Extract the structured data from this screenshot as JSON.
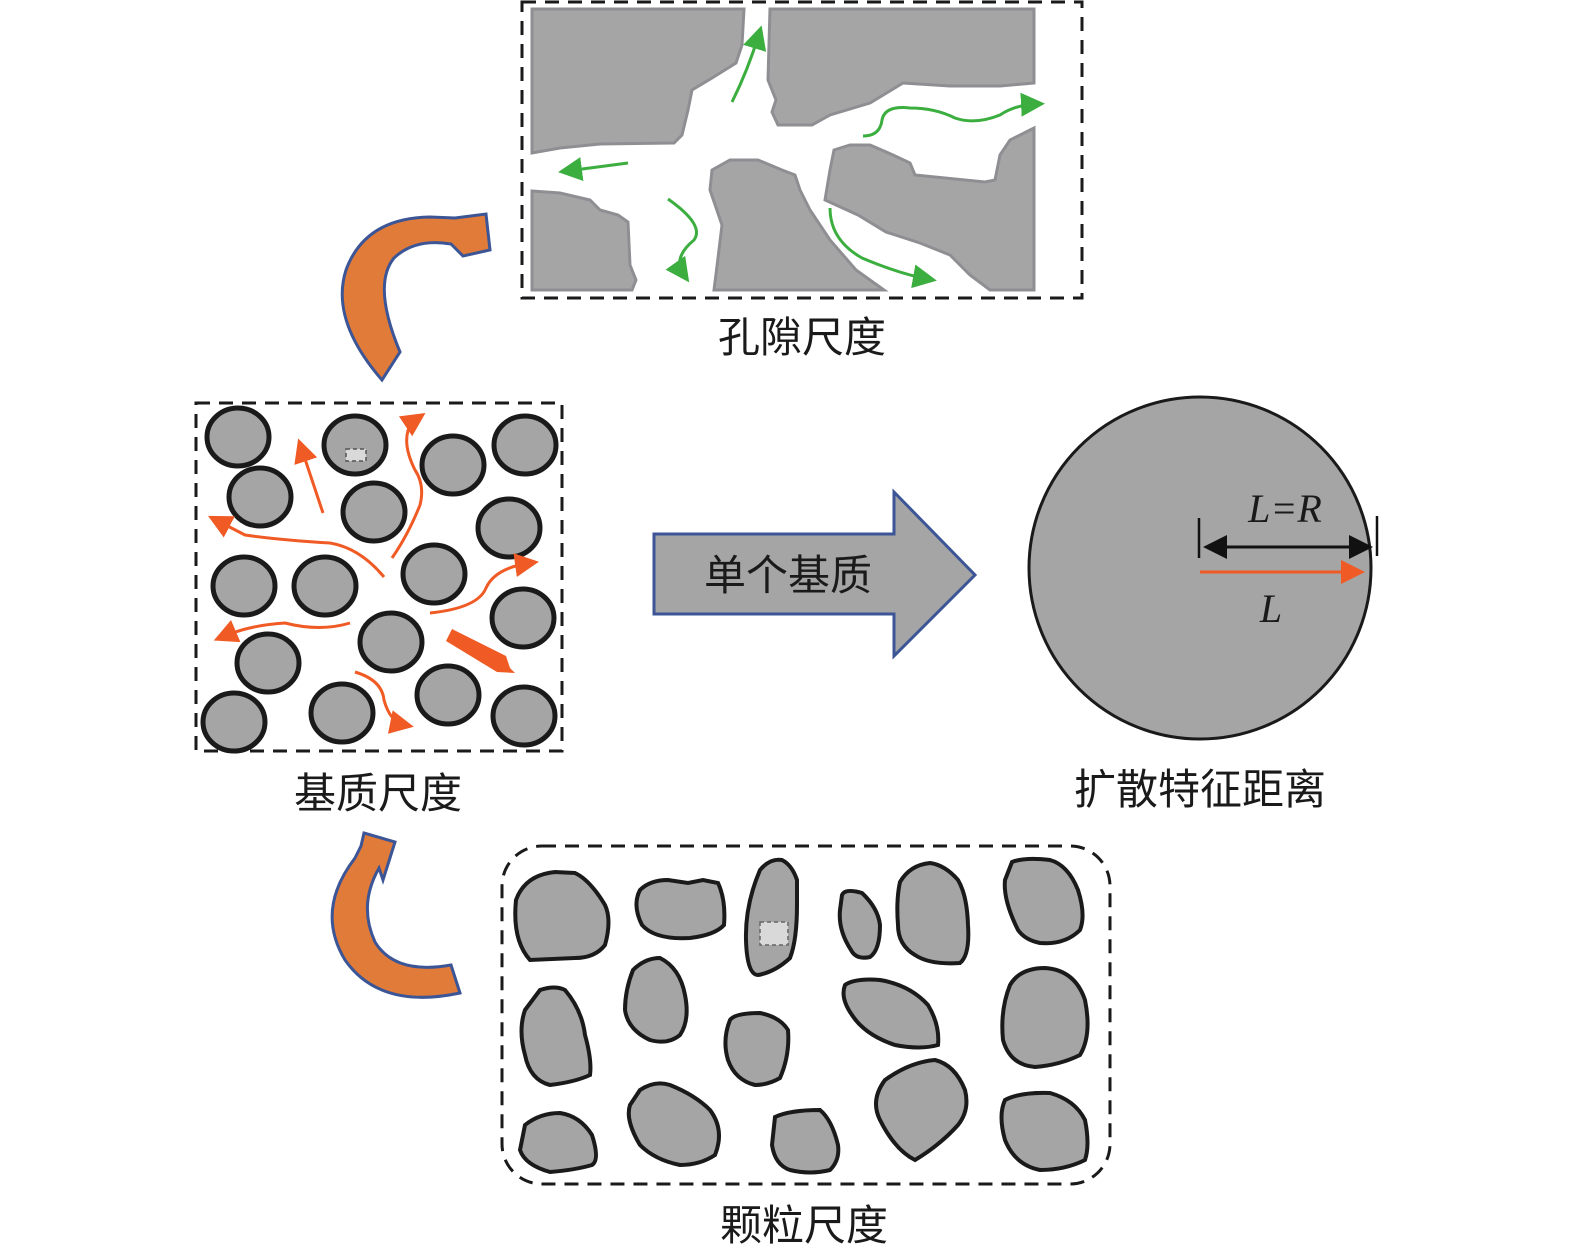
{
  "labels": {
    "pore_scale": "孔隙尺度",
    "matrix_scale": "基质尺度",
    "particle_scale": "颗粒尺度",
    "single_matrix": "单个基质",
    "diffusion_distance": "扩散特征距离",
    "dimension_label": "L=R",
    "radius_label": "L"
  },
  "colors": {
    "background": "#ffffff",
    "solid_gray": "#a6a5a6",
    "solid_edge_gray": "#8f8f93",
    "outline": "#1a1a1a",
    "flow_green": "#3cae3f",
    "flow_orange": "#f05a24",
    "curved_arrow_fill": "#e07b39",
    "curved_arrow_stroke": "#3b5596",
    "block_arrow_fill": "#a6a5a6",
    "block_arrow_stroke": "#3b5596",
    "highlight_box": "#d9d9d9"
  },
  "icons": {
    "flow_arrow": "arrow-icon",
    "scale_transition": "curved-arrow-icon"
  }
}
